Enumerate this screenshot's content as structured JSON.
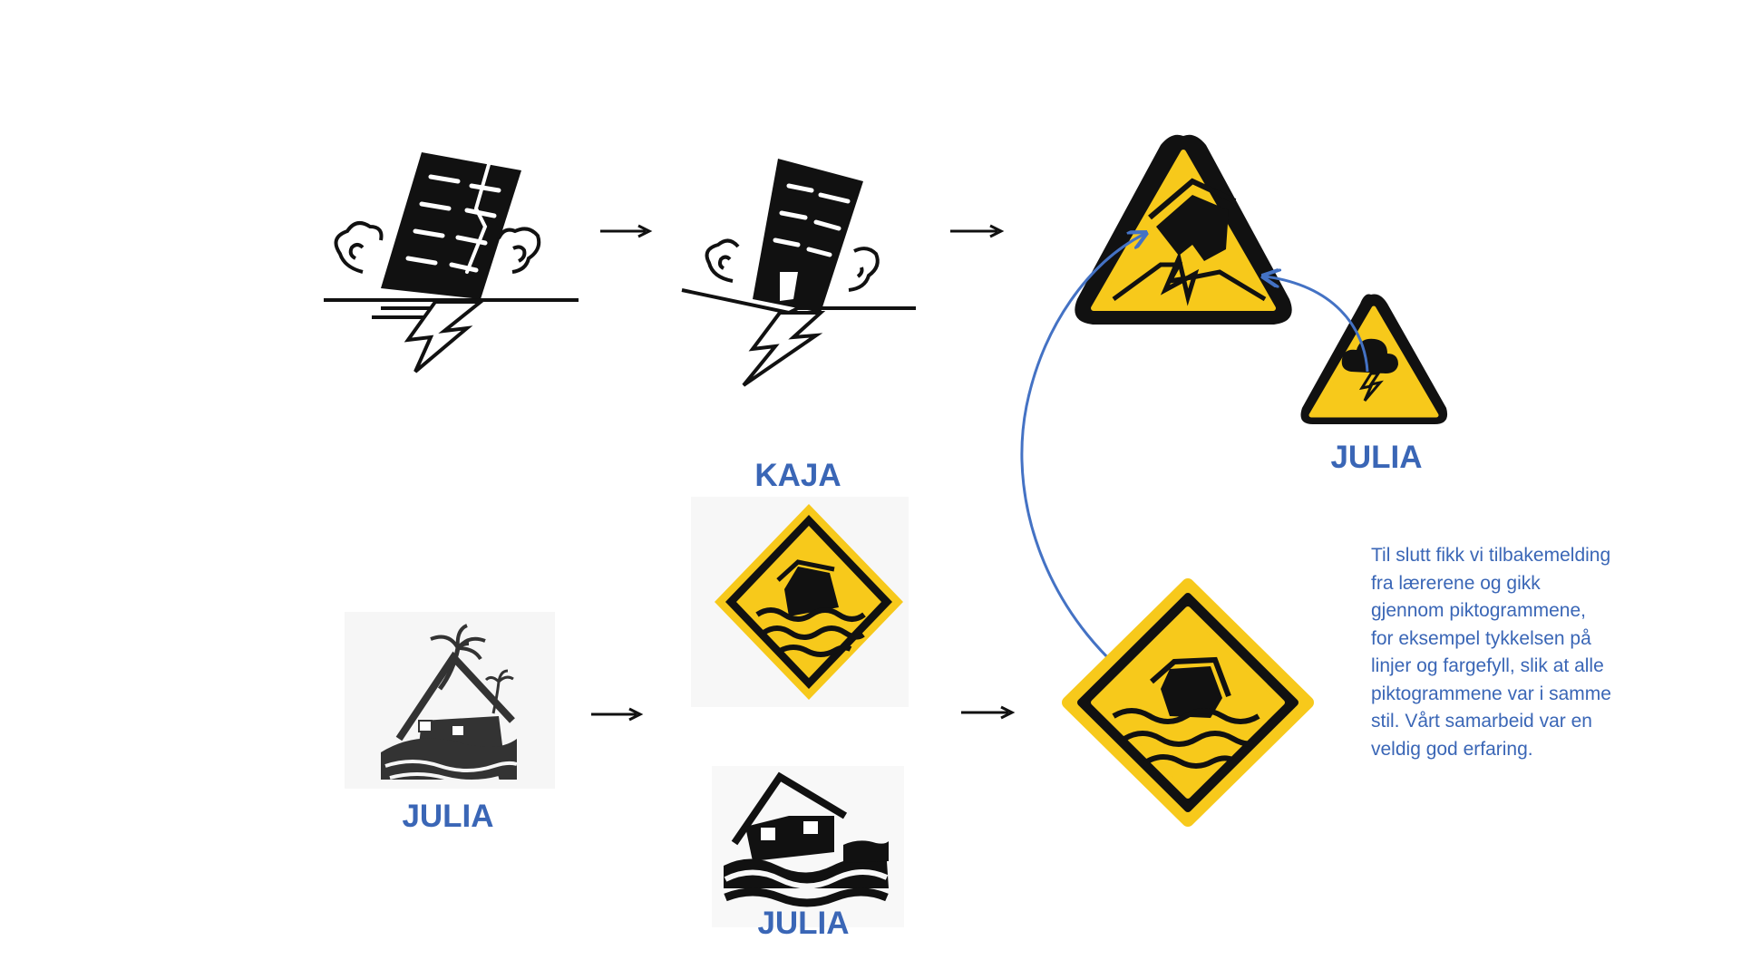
{
  "colors": {
    "label_blue": "#3a66b6",
    "arrow_curve": "#4472c4",
    "sign_yellow": "#f7c91b",
    "ink": "#111111"
  },
  "labels": {
    "kaja": "KAJA",
    "julia_storm": "JULIA",
    "julia_island": "JULIA",
    "julia_house": "JULIA"
  },
  "note": {
    "lines": [
      "Til slutt fikk vi tilbakemelding",
      "fra lærerene og gikk",
      "gjennom piktogrammene,",
      "for eksempel tykkelsen på",
      "linjer og fargefyll, slik at alle",
      "piktogrammene var i samme",
      "stil. Vårt samarbeid var en",
      "veldig god erfaring."
    ]
  },
  "icons": {
    "earthquake_draft_1": "collapsing-building-icon",
    "earthquake_draft_2": "collapsing-building-icon",
    "earthquake_final": "earthquake-warning-sign-icon",
    "storm_sign": "thunderstorm-warning-sign-icon",
    "flood_draft_island": "island-flood-icon",
    "flood_draft_diamond": "flood-diamond-sign-icon",
    "flood_draft_house": "sinking-house-icon",
    "flood_final": "flood-warning-sign-icon",
    "flow_arrow": "right-arrow-icon"
  }
}
